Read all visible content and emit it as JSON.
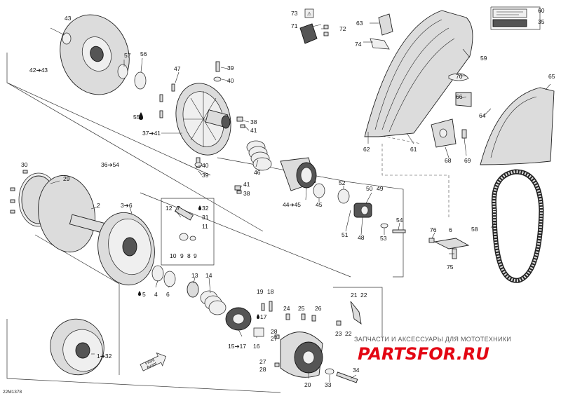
{
  "callouts": {
    "c1": "1➔32",
    "c2": "2",
    "c3": "3➔6",
    "c4": "4",
    "c5": "5",
    "c6": "6",
    "c7": "7",
    "c8": "8",
    "c9": "9",
    "c9b": "9",
    "c10": "10",
    "c11": "11",
    "c12": "12",
    "c13": "13",
    "c14": "14",
    "c15": "15➔17",
    "c16": "16",
    "c17": "17",
    "c18": "18",
    "c19": "19",
    "c20": "20",
    "c21": "21",
    "c22": "22",
    "c23": "23",
    "c24": "24",
    "c25": "25",
    "c26": "26",
    "c27a": "27",
    "c27b": "27",
    "c28a": "28",
    "c28b": "28",
    "c29": "29",
    "c30": "30",
    "c31": "31",
    "c32": "32",
    "c33": "33",
    "c34": "34",
    "c35": "35",
    "c36": "36➔54",
    "c37": "37➔41",
    "c38a": "38",
    "c38b": "38",
    "c39a": "39",
    "c39b": "39",
    "c40a": "40",
    "c40b": "40",
    "c41a": "41",
    "c41b": "41",
    "c42": "42➔43",
    "c43": "43",
    "c44": "44➔45",
    "c45": "45",
    "c46": "46",
    "c47": "47",
    "c48": "48",
    "c49": "49",
    "c50": "50",
    "c51": "51",
    "c52": "52",
    "c53": "53",
    "c54": "54",
    "c55": "55",
    "c56": "56",
    "c57": "57",
    "c58": "58",
    "c59": "59",
    "c60": "60",
    "c61": "61",
    "c62": "62",
    "c63": "63",
    "c64": "64",
    "c65": "65",
    "c66": "66",
    "c68": "68",
    "c69": "69",
    "c70": "70",
    "c71": "71",
    "c72": "72",
    "c73": "73",
    "c74": "74",
    "c75": "75",
    "c76": "76",
    "c6b": "6"
  },
  "front_tag": {
    "line1": "Front",
    "line2": "Avant"
  },
  "figure_ref": "22M1378",
  "watermark": {
    "tagline": "ЗАПЧАСТИ И АКСЕССУАРЫ ДЛЯ МОТОТЕХНИКИ",
    "logo": "PARTSFOR.RU"
  },
  "icon_names": [
    "oil-drop-icon",
    "front-arrow-icon",
    "warning-label-icon"
  ]
}
